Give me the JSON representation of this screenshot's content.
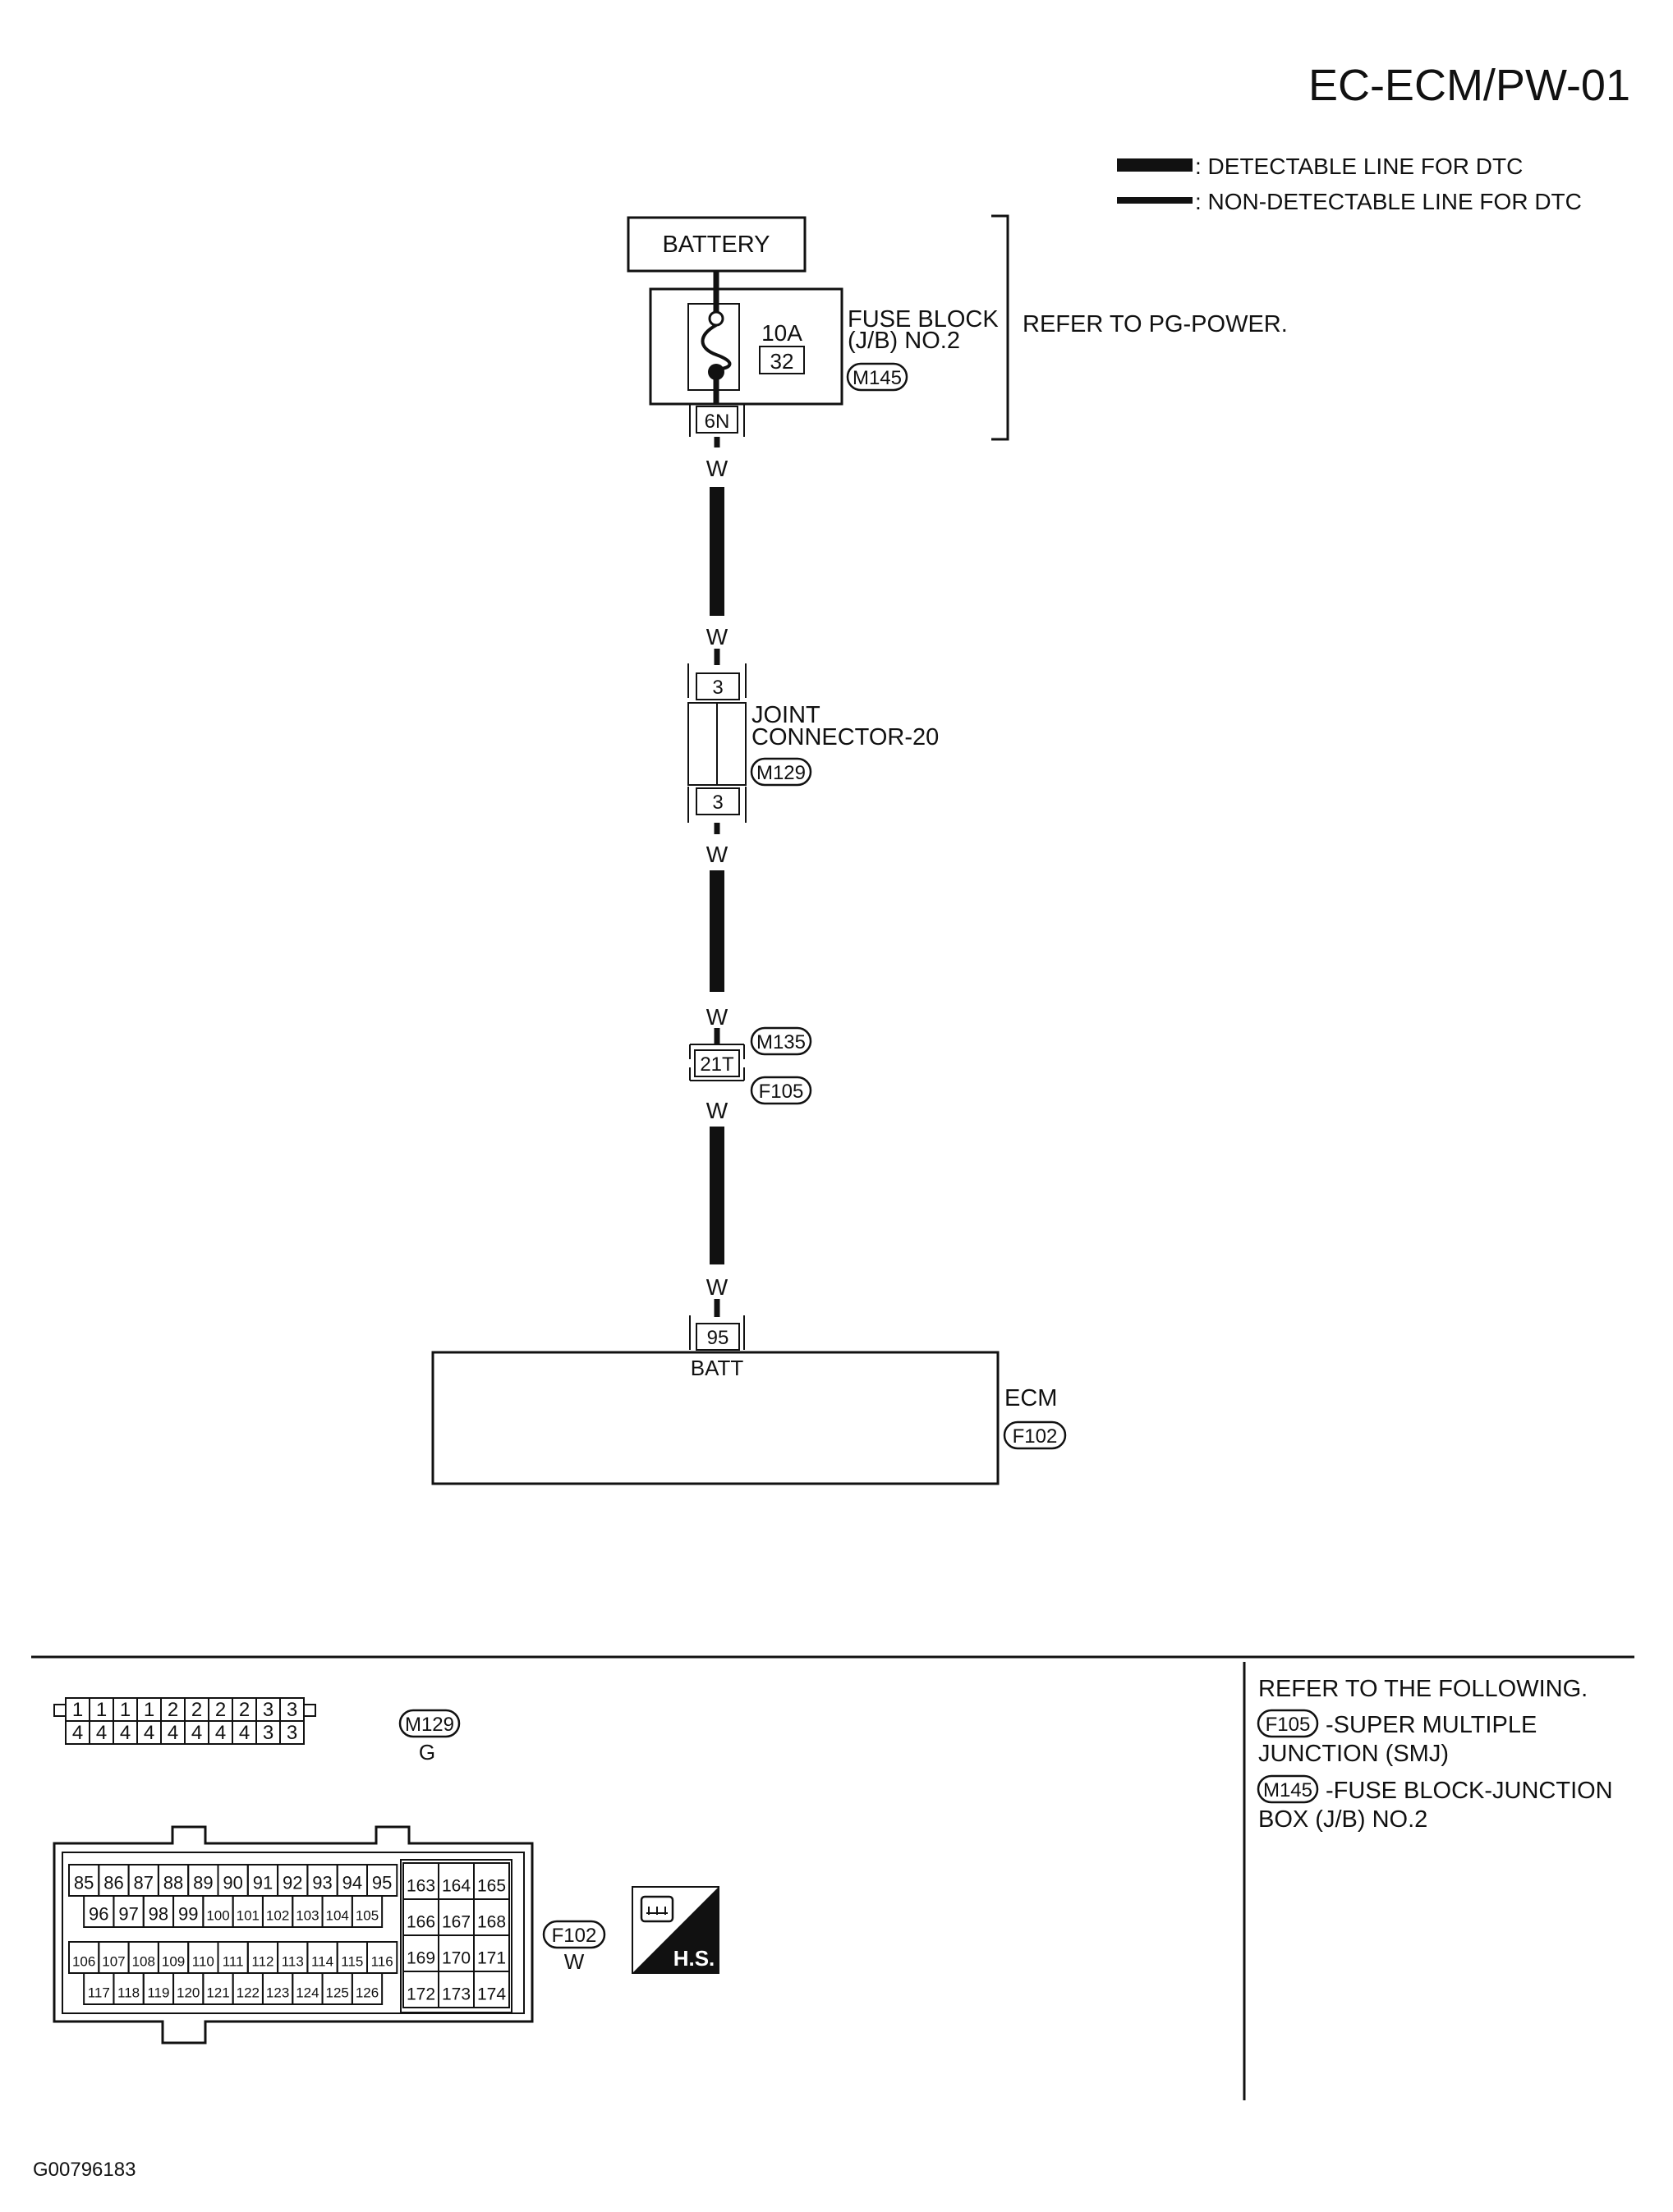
{
  "page": {
    "code": "EC-ECM/PW-01",
    "image_id": "G00796183"
  },
  "legend": {
    "detectable": ": DETECTABLE LINE FOR DTC",
    "non_detectable": ": NON-DETECTABLE LINE FOR DTC"
  },
  "battery": {
    "label": "BATTERY"
  },
  "fuse_block": {
    "rating": "10A",
    "number": "32",
    "name_line1": "FUSE BLOCK",
    "name_line2": "(J/B) NO.2",
    "connector": "M145",
    "terminal": "6N"
  },
  "refer_power": "REFER TO PG-POWER.",
  "wires": {
    "color": "W"
  },
  "joint_connector": {
    "name_line1": "JOINT",
    "name_line2": "CONNECTOR-20",
    "connector": "M129",
    "terminal_top": "3",
    "terminal_bottom": "3"
  },
  "inline_connector": {
    "terminal": "21T",
    "upper": "M135",
    "lower": "F105"
  },
  "ecm": {
    "name": "ECM",
    "connector": "F102",
    "terminal": "95",
    "terminal_label": "BATT"
  },
  "connector_m129": {
    "id": "M129",
    "color": "G",
    "top_row": [
      "1",
      "1",
      "1",
      "1",
      "2",
      "2",
      "2",
      "2",
      "3",
      "3"
    ],
    "bottom_row": [
      "4",
      "4",
      "4",
      "4",
      "4",
      "4",
      "4",
      "4",
      "3",
      "3"
    ]
  },
  "connector_f102": {
    "id": "F102",
    "color": "W",
    "row1": [
      "85",
      "86",
      "87",
      "88",
      "89",
      "90",
      "91",
      "92",
      "93",
      "94",
      "95"
    ],
    "row2": [
      "96",
      "97",
      "98",
      "99",
      "100",
      "101",
      "102",
      "103",
      "104",
      "105"
    ],
    "row3": [
      "106",
      "107",
      "108",
      "109",
      "110",
      "111",
      "112",
      "113",
      "114",
      "115",
      "116"
    ],
    "row4": [
      "117",
      "118",
      "119",
      "120",
      "121",
      "122",
      "123",
      "124",
      "125",
      "126"
    ],
    "side": [
      [
        "163",
        "164",
        "165"
      ],
      [
        "166",
        "167",
        "168"
      ],
      [
        "169",
        "170",
        "171"
      ],
      [
        "172",
        "173",
        "174"
      ]
    ]
  },
  "hs_badge": "H.S.",
  "refer_following": {
    "title": "REFER TO THE FOLLOWING.",
    "f105_id": "F105",
    "f105_line1": "-SUPER MULTIPLE",
    "f105_line2": "JUNCTION (SMJ)",
    "m145_id": "M145",
    "m145_line1": "-FUSE BLOCK-JUNCTION",
    "m145_line2": "BOX (J/B) NO.2"
  }
}
